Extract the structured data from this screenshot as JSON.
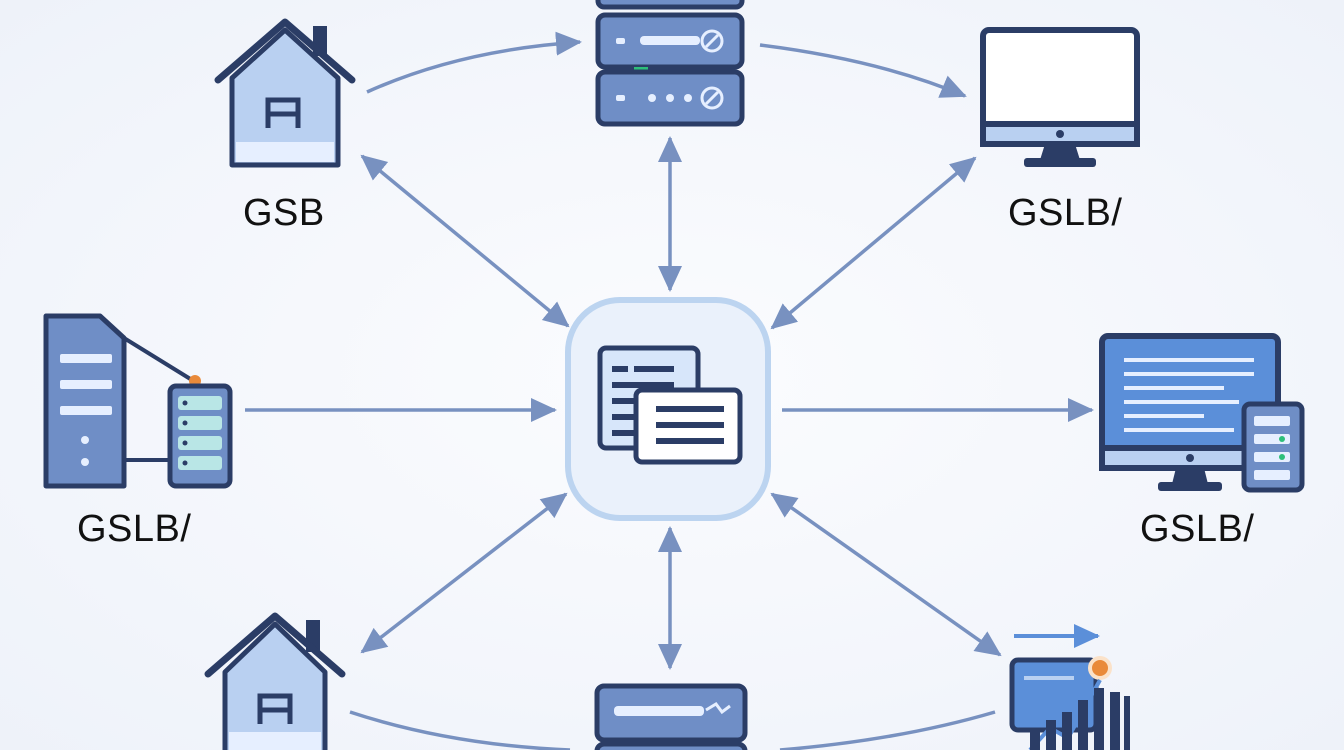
{
  "labels": {
    "top_left_home": "GSB",
    "top_right_monitor": "GSLB/",
    "mid_left_servers": "GSLB/",
    "mid_right_workstation": "GSLB/"
  },
  "colors": {
    "outline": "#2b3d66",
    "fill_light": "#b9d0f1",
    "fill_mid": "#6f8ec6",
    "arrow": "#7891c0",
    "hub_ring": "#bcd4f0",
    "accent_green": "#2dbf7a",
    "accent_orange": "#e98a3a"
  },
  "icons": {
    "top_left": "home-icon",
    "top_center": "server-rack-icon",
    "top_right": "monitor-icon",
    "mid_left": "server-cluster-icon",
    "center": "documents-hub-icon",
    "mid_right": "workstation-icon",
    "bottom_left": "home-icon",
    "bottom_center": "server-rack-icon",
    "bottom_right": "analytics-chart-icon"
  }
}
